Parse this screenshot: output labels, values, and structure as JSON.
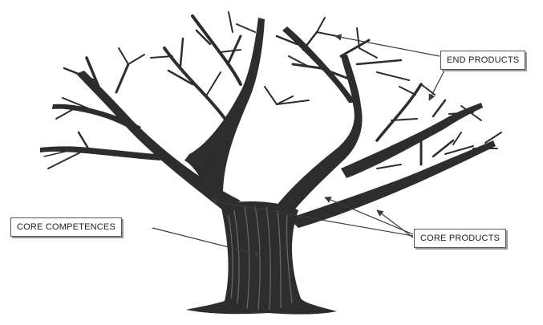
{
  "labels": {
    "end_products": "END PRODUCTS",
    "core_competences": "CORE COMPETENCES",
    "core_products": "CORE PRODUCTS"
  },
  "colors": {
    "tree": "#2d2d2d",
    "bark_stripe": "#6a6a6a",
    "arrow": "#3a3a3a"
  }
}
